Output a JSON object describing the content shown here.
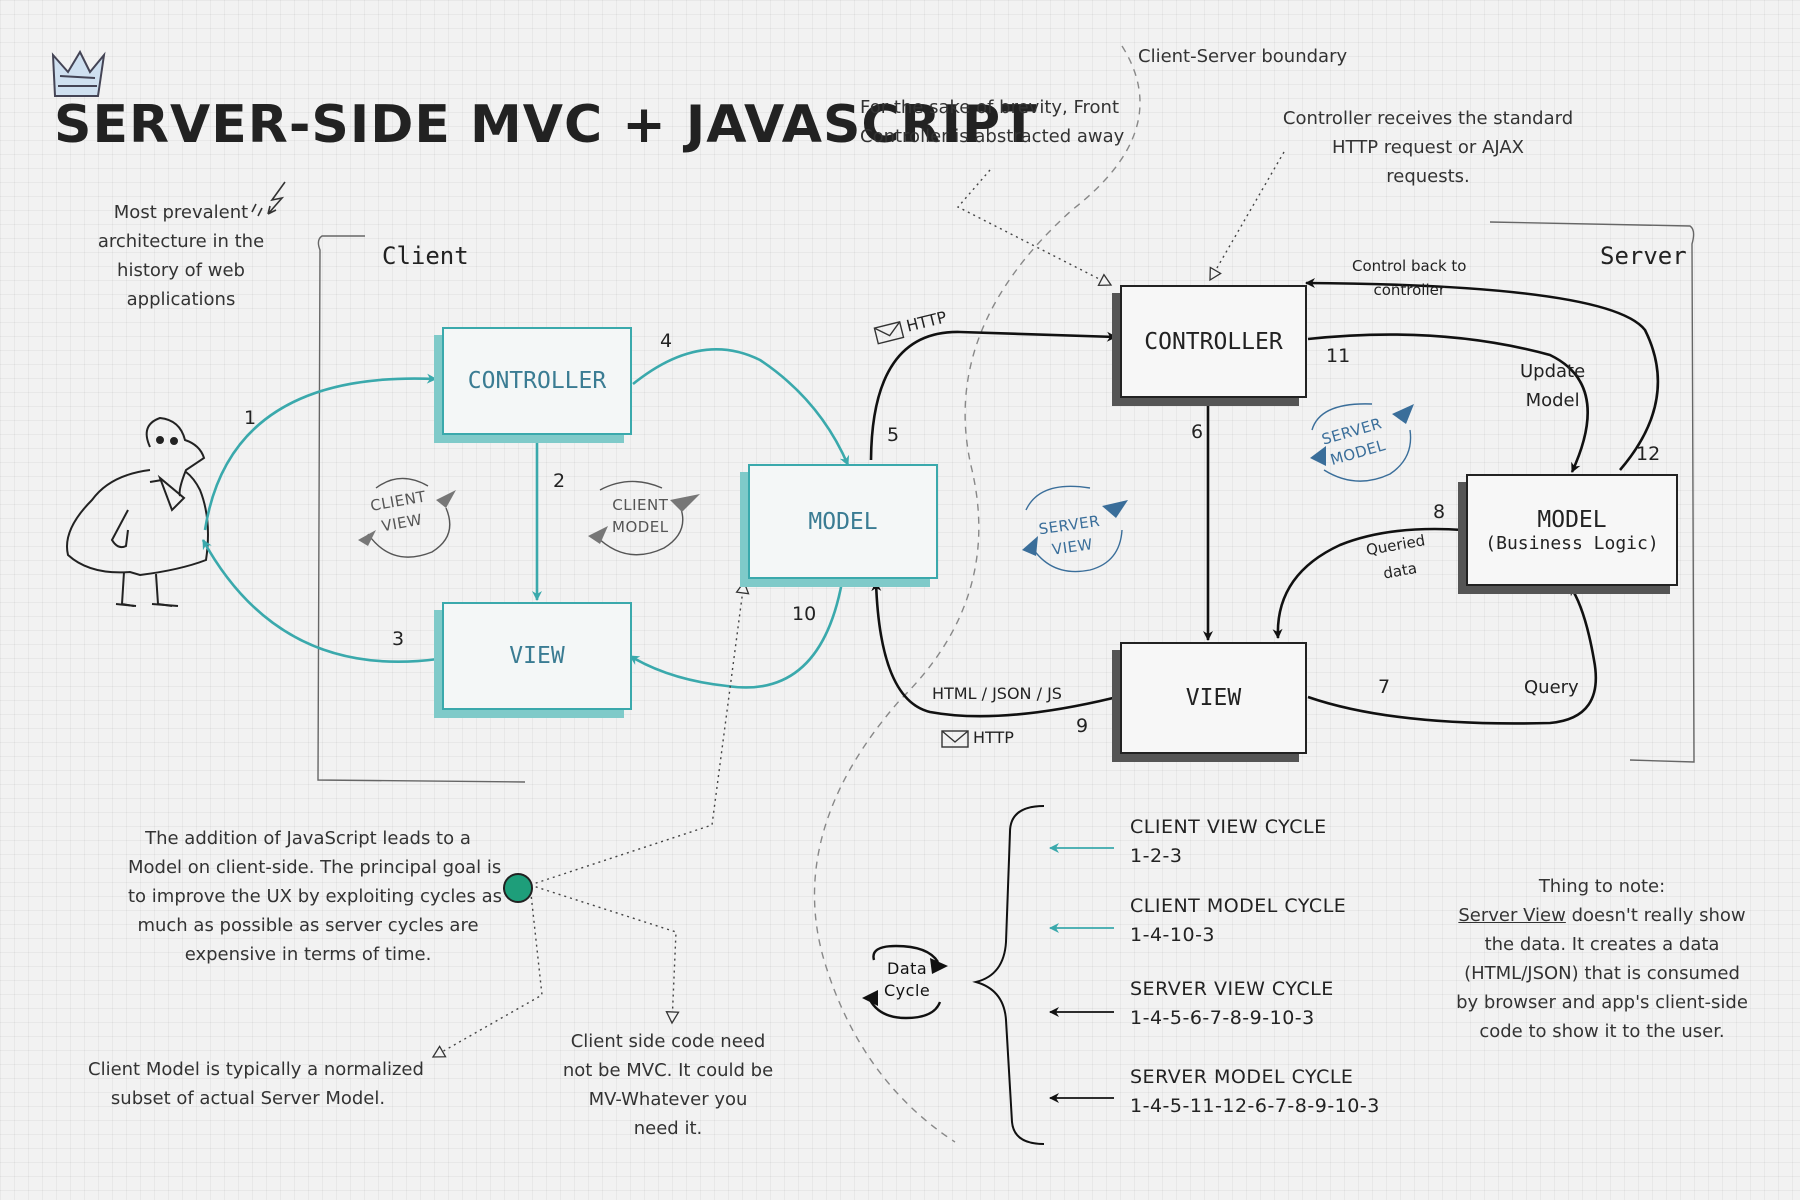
{
  "title": "SERVER-SIDE MVC + JAVASCRIPT",
  "notes": {
    "prevalent": [
      "Most prevalent",
      "architecture in the",
      "history of web",
      "applications"
    ],
    "brevity": [
      "For the sake of brevity, Front",
      "Controller is abstracted away"
    ],
    "boundary": "Client-Server boundary",
    "controller_receives": [
      "Controller receives the standard",
      "HTTP request or AJAX",
      "requests."
    ],
    "js_addition": [
      "The addition of JavaScript leads to a",
      "Model on client-side. The principal goal is",
      "to improve the UX by exploiting cycles as",
      "much as possible as server cycles are",
      "expensive in terms of time."
    ],
    "client_model": [
      "Client Model is typically a normalized",
      "subset of actual Server Model."
    ],
    "client_code": [
      "Client side code need",
      "not be MVC. It could be",
      "MV-Whatever you",
      "need it."
    ],
    "thing_to_note": [
      "Thing to note:",
      "Server View",
      " doesn't really show",
      "the data. It creates a data",
      "(HTML/JSON) that is consumed",
      "by browser and app's client-side",
      "code to show it to the user."
    ]
  },
  "regions": {
    "client": "Client",
    "server": "Server"
  },
  "client_boxes": {
    "controller": "CONTROLLER",
    "view": "VIEW",
    "model": "MODEL"
  },
  "server_boxes": {
    "controller": "CONTROLLER",
    "view": "VIEW",
    "model": "MODEL",
    "model_sub": "(Business Logic)"
  },
  "stamps": {
    "client_view": [
      "CLIENT",
      "VIEW"
    ],
    "client_model": [
      "CLIENT",
      "MODEL"
    ],
    "server_view": [
      "SERVER",
      "VIEW"
    ],
    "server_model": [
      "SERVER",
      "MODEL"
    ],
    "data_cycle": [
      "Data",
      "Cycle"
    ]
  },
  "step_numbers": [
    "1",
    "2",
    "3",
    "4",
    "5",
    "6",
    "7",
    "8",
    "9",
    "10",
    "11",
    "12"
  ],
  "edge_labels": {
    "http_top": "HTTP",
    "http_bottom": "HTTP",
    "html_json_js": "HTML / JSON / JS",
    "control_back": [
      "Control back to",
      "controller"
    ],
    "update_model": [
      "Update",
      "Model"
    ],
    "queried_data": [
      "Queried",
      "data"
    ],
    "query": "Query"
  },
  "cycles": [
    {
      "name": "CLIENT VIEW CYCLE",
      "steps": "1-2-3",
      "color": "#3aa9ac"
    },
    {
      "name": "CLIENT MODEL CYCLE",
      "steps": "1-4-10-3",
      "color": "#3aa9ac"
    },
    {
      "name": "SERVER VIEW CYCLE",
      "steps": "1-4-5-6-7-8-9-10-3",
      "color": "#111111"
    },
    {
      "name": "SERVER MODEL CYCLE",
      "steps": "1-4-5-11-12-6-7-8-9-10-3",
      "color": "#111111"
    }
  ],
  "colors": {
    "teal": "#3aa9ac",
    "teal_text": "#3a7c93",
    "ink": "#111111",
    "dot": "#1e9e7a"
  }
}
